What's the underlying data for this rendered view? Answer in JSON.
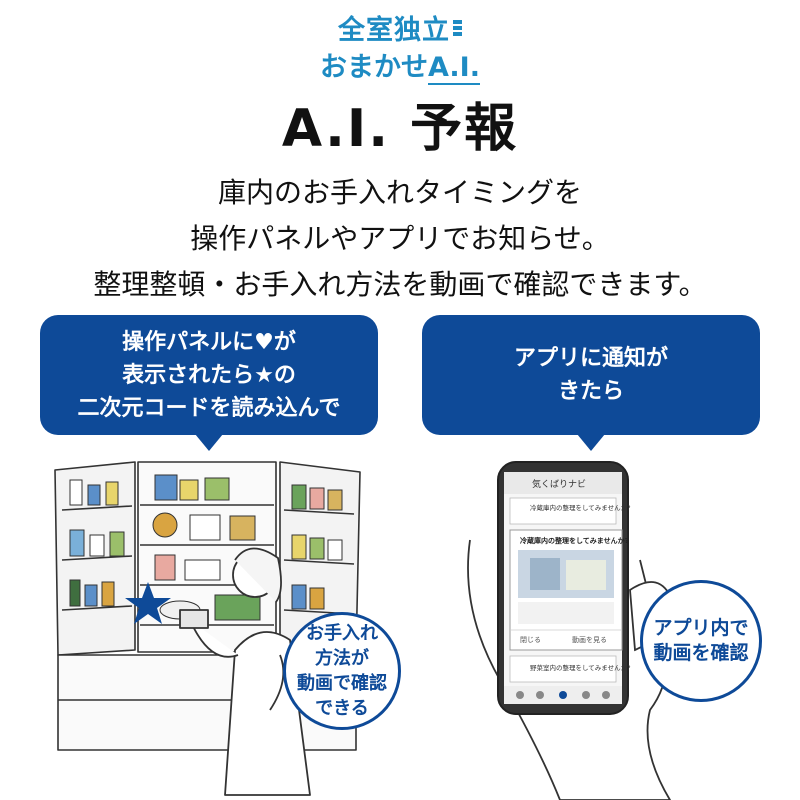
{
  "logo": {
    "line1": "全室独立",
    "line2_prefix": "おまかせ",
    "line2_ai": "A.I."
  },
  "title": "A.I. 予報",
  "description": [
    "庫内のお手入れタイミングを",
    "操作パネルやアプリでお知らせ。",
    "整理整頓・お手入れ方法を動画で確認できます。"
  ],
  "bubble_left": [
    "操作パネルに♥が",
    "表示されたら★の",
    "二次元コードを読み込んで"
  ],
  "bubble_right": [
    "アプリに通知が",
    "きたら"
  ],
  "circle_left": [
    "お手入れ",
    "方法が",
    "動画で確認",
    "できる"
  ],
  "circle_right": [
    "アプリ内で",
    "動画を確認"
  ],
  "phone": {
    "app_title": "気くばりナビ",
    "notice1": "冷蔵庫内の整理をしてみませんか?",
    "popup_title": "冷蔵庫内の整理をしてみませんか?",
    "close_label": "閉じる",
    "video_label": "動画を見る",
    "notice2": "野菜室内の整理をしてみませんか?"
  },
  "colors": {
    "brand_blue": "#0e4a98",
    "logo_blue": "#1e8bc3"
  }
}
